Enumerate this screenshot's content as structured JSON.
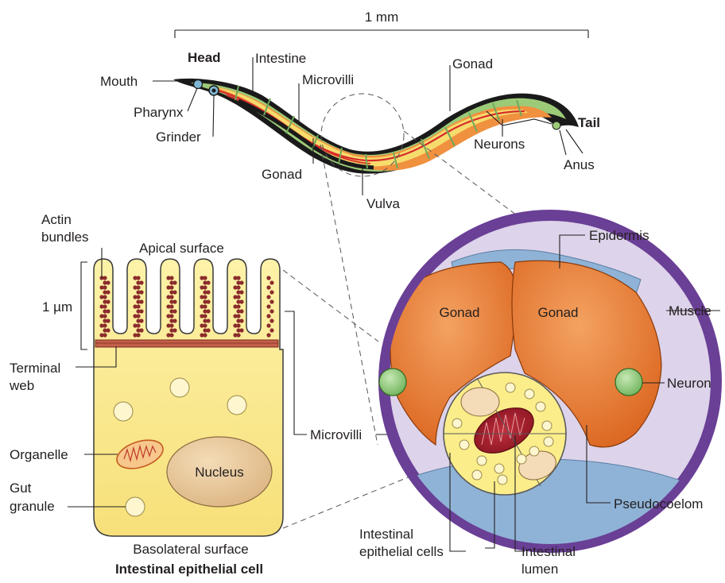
{
  "scale_bar": {
    "label": "1 mm"
  },
  "worm": {
    "head": "Head",
    "tail": "Tail",
    "labels": {
      "intestine": "Intestine",
      "microvilli": "Microvilli",
      "gonad_top": "Gonad",
      "mouth": "Mouth",
      "pharynx": "Pharynx",
      "grinder": "Grinder",
      "gonad_bottom": "Gonad",
      "vulva": "Vulva",
      "neurons": "Neurons",
      "anus": "Anus"
    }
  },
  "epithelial_cell": {
    "title": "Intestinal epithelial cell",
    "apical": "Apical surface",
    "basolateral": "Basolateral surface",
    "actin_line1": "Actin",
    "actin_line2": "bundles",
    "scale": "1 µm",
    "terminal_line1": "Terminal",
    "terminal_line2": "web",
    "organelle": "Organelle",
    "gut_line1": "Gut",
    "gut_line2": "granule",
    "nucleus": "Nucleus",
    "microvilli": "Microvilli"
  },
  "cross_section": {
    "epidermis": "Epidermis",
    "muscle": "Muscle",
    "gonad_left": "Gonad",
    "gonad_right": "Gonad",
    "neuron": "Neuron",
    "pseudocoelom": "Pseudocoelom",
    "cells_line1": "Intestinal",
    "cells_line2": "epithelial cells",
    "lumen_line1": "Intestinal",
    "lumen_line2": "lumen"
  },
  "colors": {
    "worm_outline": "#1a1a1a",
    "gonad": "#e8772e",
    "cell_fill": "#fbe98a",
    "muscle": "#6a3f96",
    "epidermis": "#8fb3d6",
    "neuron": "#8ec97c",
    "lumen": "#9b1c2a",
    "nucleus": "#e8c79a"
  }
}
